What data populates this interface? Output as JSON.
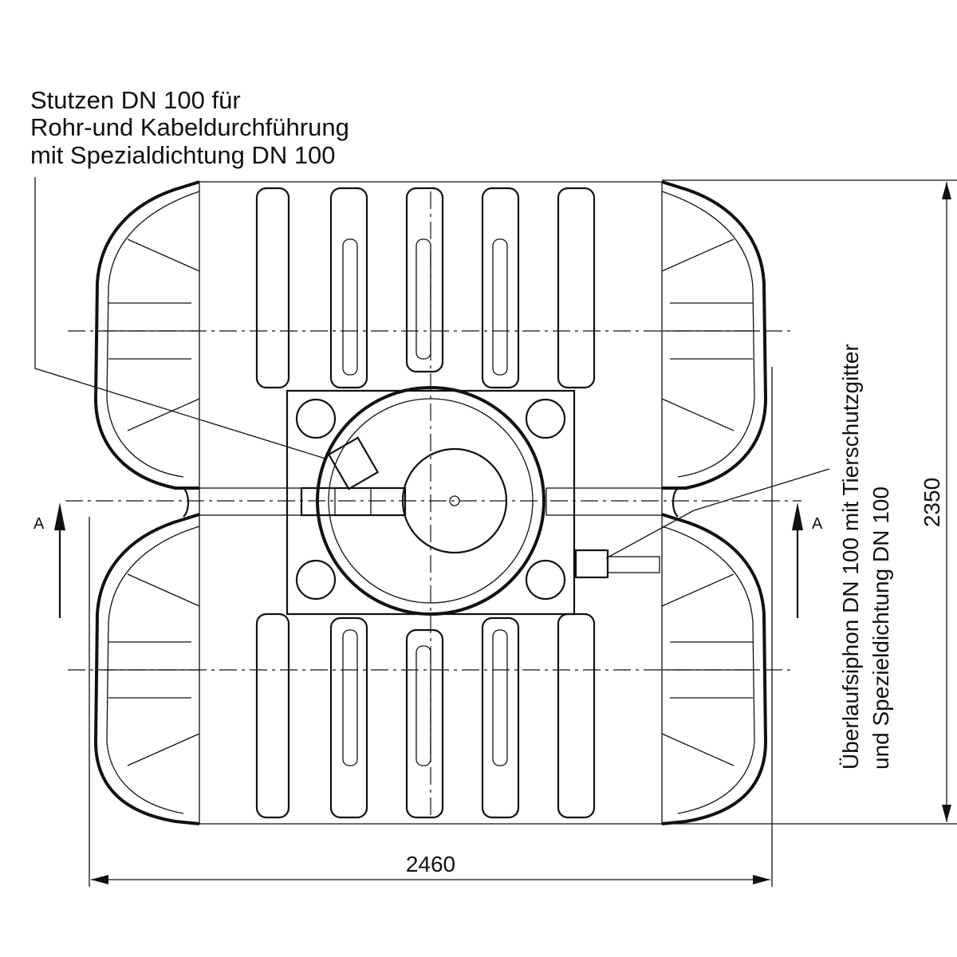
{
  "callouts": {
    "inlet": {
      "line1": "Stutzen DN 100 für",
      "line2": "Rohr-und Kabeldurchführung",
      "line3": "mit Spezialdichtung DN 100"
    },
    "overflow": {
      "line1": "Überlaufsiphon DN 100 mit Tierschutzgitter",
      "line2": "und Spezieldichtung DN 100"
    }
  },
  "dimensions": {
    "width": "2460",
    "height": "2350"
  },
  "section_marks": {
    "left": "A",
    "right": "A"
  }
}
